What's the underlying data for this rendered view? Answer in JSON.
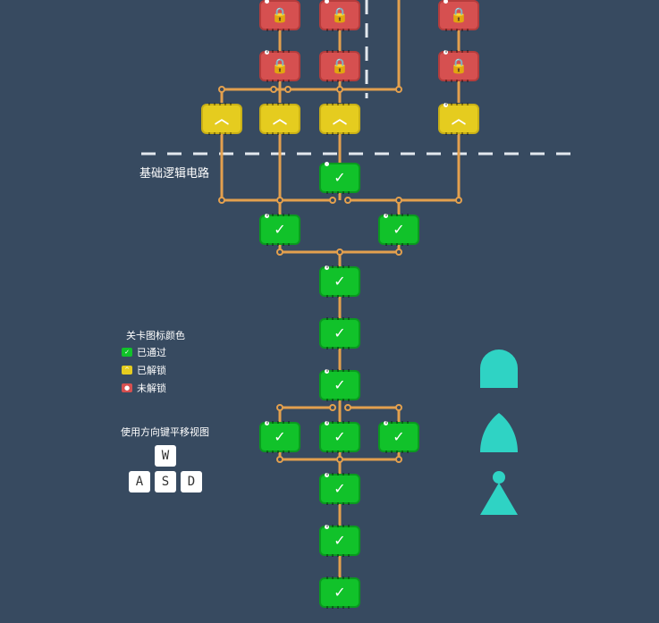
{
  "section_label": "基础逻辑电路",
  "legend": {
    "title": "关卡图标颜色",
    "items": [
      {
        "label": "已通过",
        "color": "#11c22a",
        "glyph": "✓"
      },
      {
        "label": "已解锁",
        "color": "#e5cc1f",
        "glyph": "^"
      },
      {
        "label": "未解锁",
        "color": "#d65050",
        "glyph": "🔒"
      }
    ]
  },
  "controls": {
    "title": "使用方向键平移视图",
    "keys": [
      "W",
      "A",
      "S",
      "D"
    ]
  },
  "colors": {
    "background": "#374a60",
    "wire": "#e3a04e",
    "done": "#11c22a",
    "unlocked": "#e5cc1f",
    "locked": "#d65050",
    "piece": "#2fd3c4"
  },
  "pieces": [
    "dome-piece-icon",
    "bell-piece-icon",
    "cone-piece-icon"
  ]
}
